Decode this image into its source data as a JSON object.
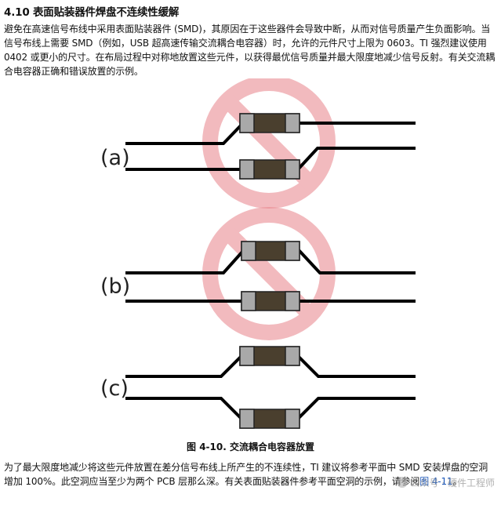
{
  "section": {
    "title": "4.10 表面贴装器件焊盘不连续性缓解"
  },
  "intro": "避免在高速信号布线中采用表面贴装器件 (SMD)，其原因在于这些器件会导致中断，从而对信号质量产生负面影响。当信号布线上需要 SMD（例如，USB 超高速传输交流耦合电容器）时，允许的元件尺寸上限为 0603。TI 强烈建议使用 0402 或更小的尺寸。在布局过程中对称地放置这些元件，以获得最优信号质量并最大限度地减少信号反射。有关交流耦合电容器正确和错误放置的示例。",
  "figure": {
    "labels": [
      "(a)",
      "(b)",
      "(c)"
    ],
    "caption": "图 4-10. 交流耦合电容器放置",
    "colors": {
      "prohibit": "#e8828a",
      "trace": "#000000",
      "cap_body": "#4a3f2e",
      "cap_terminal": "#a9a9a9"
    }
  },
  "closing": {
    "text_before_link": "为了最大限度地减少将这些元件放置在差分信号布线上所产生的不连续性，TI 建议将参考平面中 SMD 安装焊盘的空洞增加 100%。此空洞应当至少为两个 PCB 层那么深。有关表面贴装器件参考平面空洞的示例，请参阅",
    "link_text": "图 4-11",
    "text_after_link": "。"
  },
  "watermark": "公众号 · 硬件工程师"
}
